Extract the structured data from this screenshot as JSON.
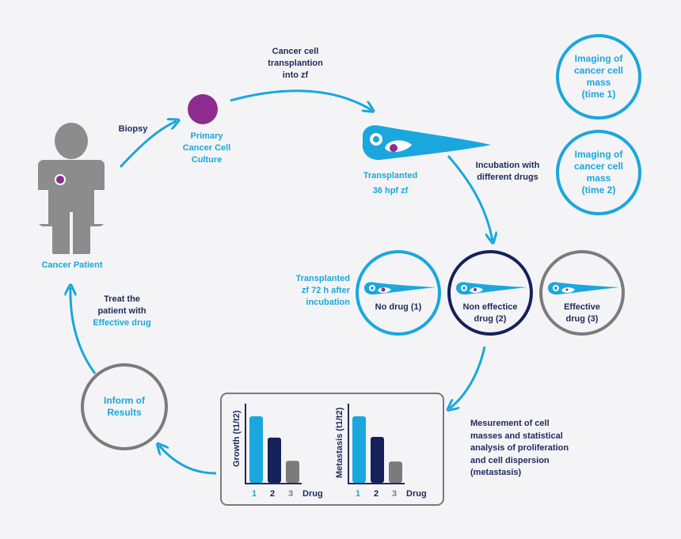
{
  "patient": {
    "label": "Cancer Patient"
  },
  "biopsy": {
    "label": "Biopsy"
  },
  "culture": {
    "label_lines": [
      "Primary",
      "Cancer Cell",
      "Culture"
    ]
  },
  "transplantation": {
    "label_lines": [
      "Cancer cell",
      "transplantion",
      "into zf"
    ]
  },
  "transplanted_zf": {
    "label_lines": [
      "Transplanted",
      "36 hpf zf"
    ]
  },
  "incubation": {
    "label_lines": [
      "Incubation with",
      "different drugs"
    ]
  },
  "imaging": [
    {
      "label_lines": [
        "Imaging of",
        "cancer cell",
        "mass",
        "(time 1)"
      ]
    },
    {
      "label_lines": [
        "Imaging of",
        "cancer cell",
        "mass",
        "(time 2)"
      ]
    }
  ],
  "after_incubation": {
    "label_lines": [
      "Transplanted",
      "zf 72 h after",
      "incubation"
    ]
  },
  "groups": [
    {
      "label_lines": [
        "No drug (1)"
      ]
    },
    {
      "label_lines": [
        "Non effectice",
        "drug (2)"
      ]
    },
    {
      "label_lines": [
        "Effective",
        "drug (3)"
      ]
    }
  ],
  "measurement": {
    "label_lines": [
      "Mesurement of cell",
      "masses and statistical",
      "analysis of proliferation",
      "and cell dispersion",
      "(metastasis)"
    ]
  },
  "inform": {
    "label_lines": [
      "Inform of",
      "Results"
    ]
  },
  "treat": {
    "label_lines": [
      "Treat the",
      "patient with",
      "Effective drug"
    ]
  },
  "colors": {
    "cyan": "#1aa7dd",
    "navy": "#14215a",
    "gray": "#7b7b7b",
    "purple": "#8e2b8e"
  },
  "chart_data": [
    {
      "type": "bar",
      "ylabel": "Growth (t1/t2)",
      "xlabel": "Drug",
      "categories": [
        "1",
        "2",
        "3"
      ],
      "values": [
        1.0,
        0.68,
        0.33
      ]
    },
    {
      "type": "bar",
      "ylabel": "Metastasis (t1/t2)",
      "xlabel": "Drug",
      "categories": [
        "1",
        "2",
        "3"
      ],
      "values": [
        1.0,
        0.69,
        0.32
      ]
    }
  ]
}
